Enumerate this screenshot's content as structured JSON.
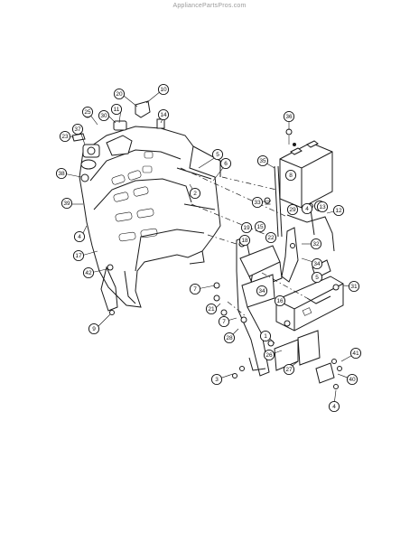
{
  "watermark": "AppliancePartsPros.com",
  "callouts": [
    "1",
    "2",
    "3",
    "4",
    "5",
    "6",
    "7",
    "8",
    "9",
    "10",
    "11",
    "12",
    "13",
    "14",
    "15",
    "16",
    "17",
    "18",
    "19",
    "20",
    "21",
    "22",
    "23",
    "24",
    "25",
    "26",
    "27",
    "28",
    "29",
    "30",
    "31",
    "32",
    "33",
    "34",
    "35",
    "36",
    "37",
    "38",
    "39",
    "40",
    "41",
    "42"
  ]
}
